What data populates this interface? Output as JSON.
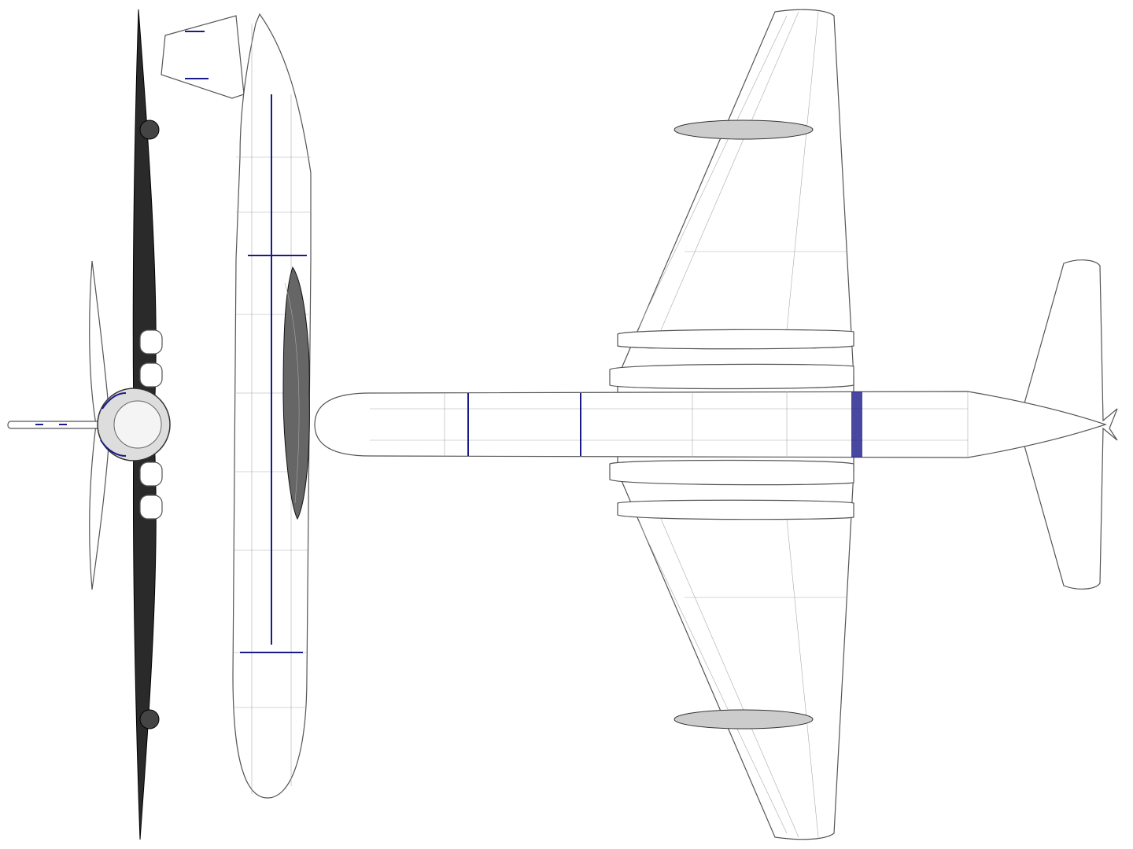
{
  "views": [
    "front",
    "side",
    "top"
  ],
  "colors": {
    "background": "#ffffff",
    "wireframe": "#555555",
    "accent": "#1a1a8a",
    "dark": "#2a2a2a"
  }
}
